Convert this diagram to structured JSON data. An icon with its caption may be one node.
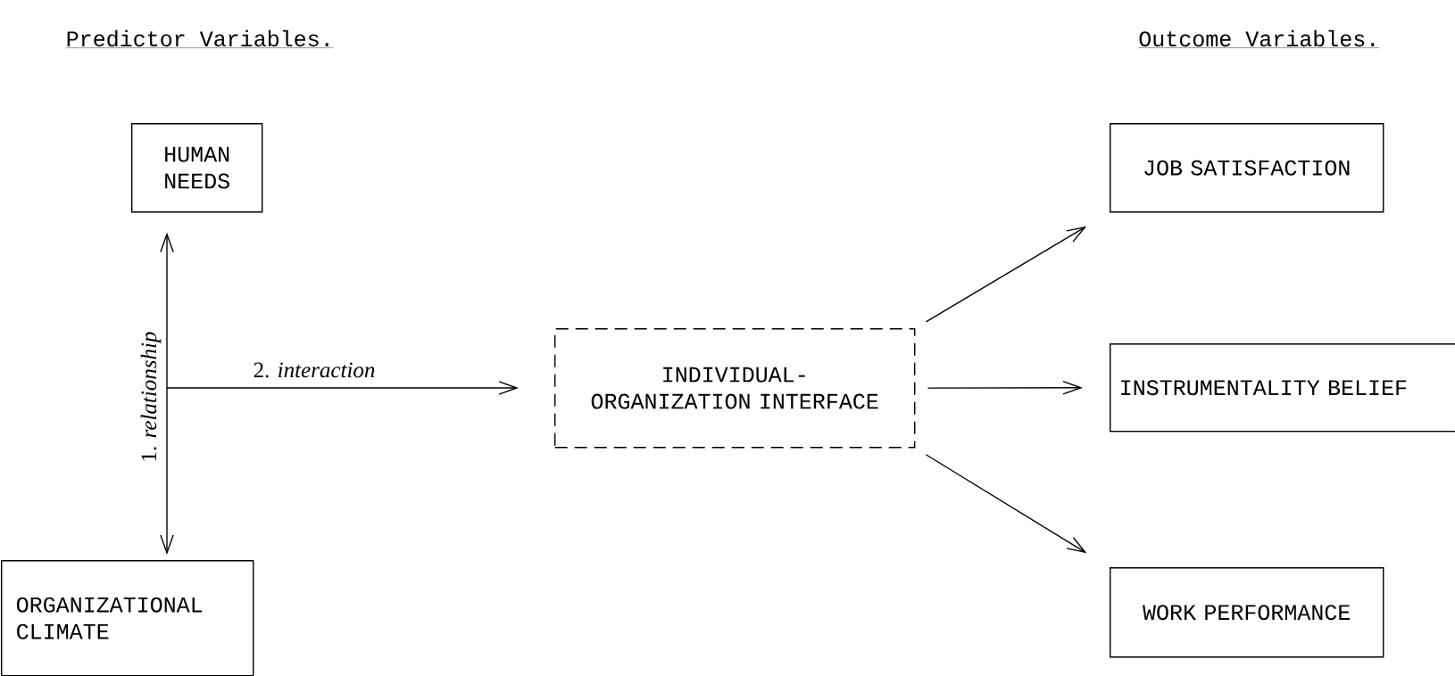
{
  "diagram": {
    "nodes": [
      {
        "text": [
          "HUMAN NEEDS"
        ]
      },
      {
        "text": [
          "ORGANIZATIONAL CLIMATE"
        ]
      },
      {
        "text": [
          "INDIVIDUAL-ORGANIZATION INTERFACE"
        ]
      },
      {
        "text": [
          "JOB SATISFACTION"
        ]
      },
      {
        "text": [
          "INSTRUMENTALITY BELIEF"
        ]
      },
      {
        "text": [
          "WORK PERFORMANCE"
        ]
      }
    ],
    "edges": [
      {
        "from": 0,
        "to": 1,
        "arrow": "both",
        "label": "1. *relationship*"
      },
      {
        "from": null,
        "to": 2,
        "arrow": "to",
        "label": "2. *interaction*"
      },
      {
        "from": 2,
        "to": 3,
        "arrow": "to"
      },
      {
        "from": 2,
        "to": 4,
        "arrow": "to"
      },
      {
        "from": 2,
        "to": 5,
        "arrow": "to"
      }
    ],
    "labels": [
      "Predictor Variables.",
      "Outcome Variables."
    ]
  }
}
